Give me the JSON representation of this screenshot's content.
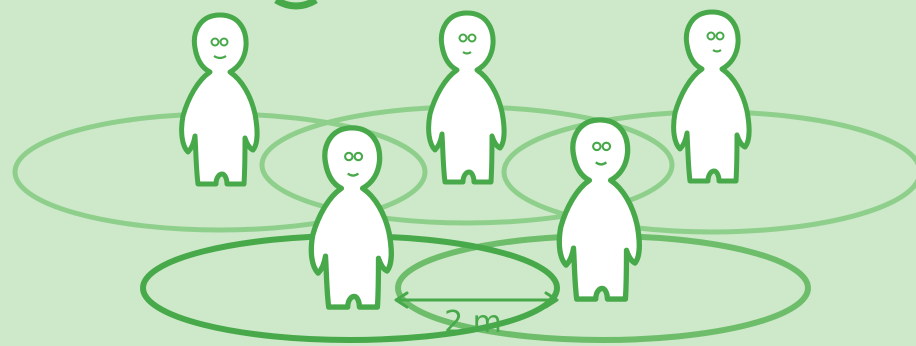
{
  "scene": {
    "background_color": "#cde9c9",
    "line_color": "#47a94a",
    "faint_ring_color": "#8fcf8c",
    "figure_fill": "#ffffff"
  },
  "distance_label": "2 m",
  "figures": [
    "figure-back-left",
    "figure-back-middle",
    "figure-back-right",
    "figure-front-left",
    "figure-front-right"
  ]
}
